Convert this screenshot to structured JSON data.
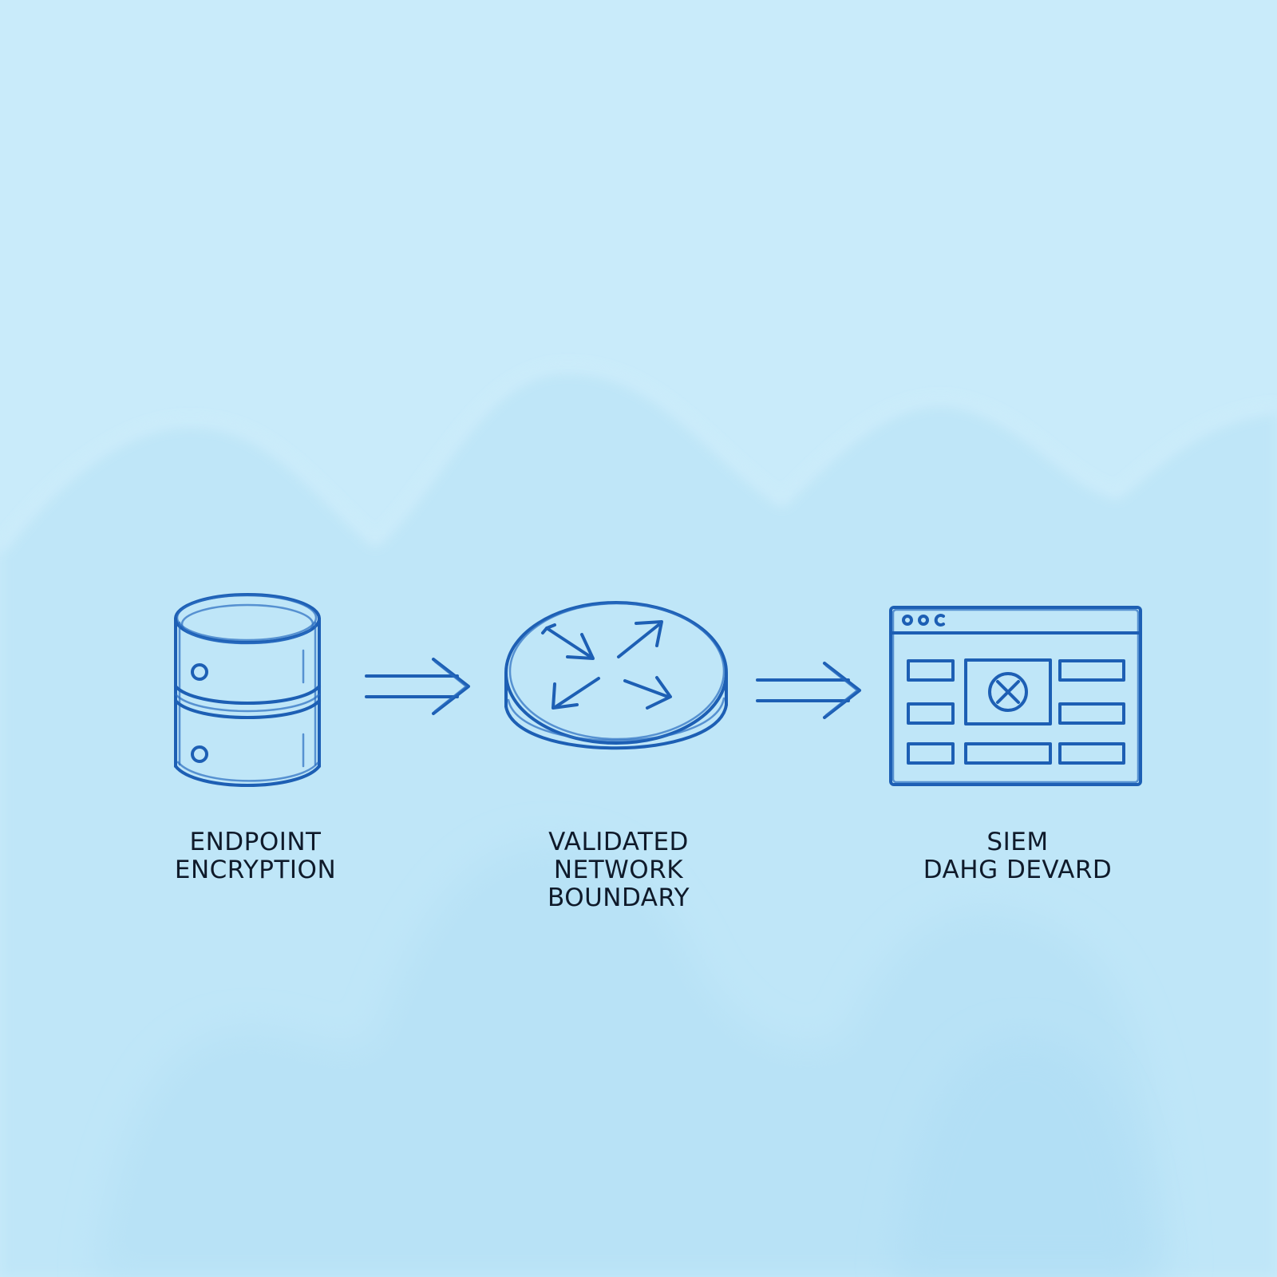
{
  "nodes": [
    {
      "id": "endpoint",
      "icon": "database-icon",
      "label": "ENDPOINT\nENCRYPTION"
    },
    {
      "id": "network",
      "icon": "router-icon",
      "label": "VALIDATED\nNETWORK\nBOUNDARY"
    },
    {
      "id": "siem",
      "icon": "dashboard-window-icon",
      "label": "SIEM\nDAHG DEVARD"
    }
  ],
  "connectors": [
    {
      "from": "endpoint",
      "to": "network",
      "icon": "arrow-right-icon"
    },
    {
      "from": "network",
      "to": "siem",
      "icon": "arrow-right-icon"
    }
  ],
  "colors": {
    "background": "#c9ebfa",
    "stroke": "#1d5fb4",
    "label": "#0f1a2a"
  }
}
